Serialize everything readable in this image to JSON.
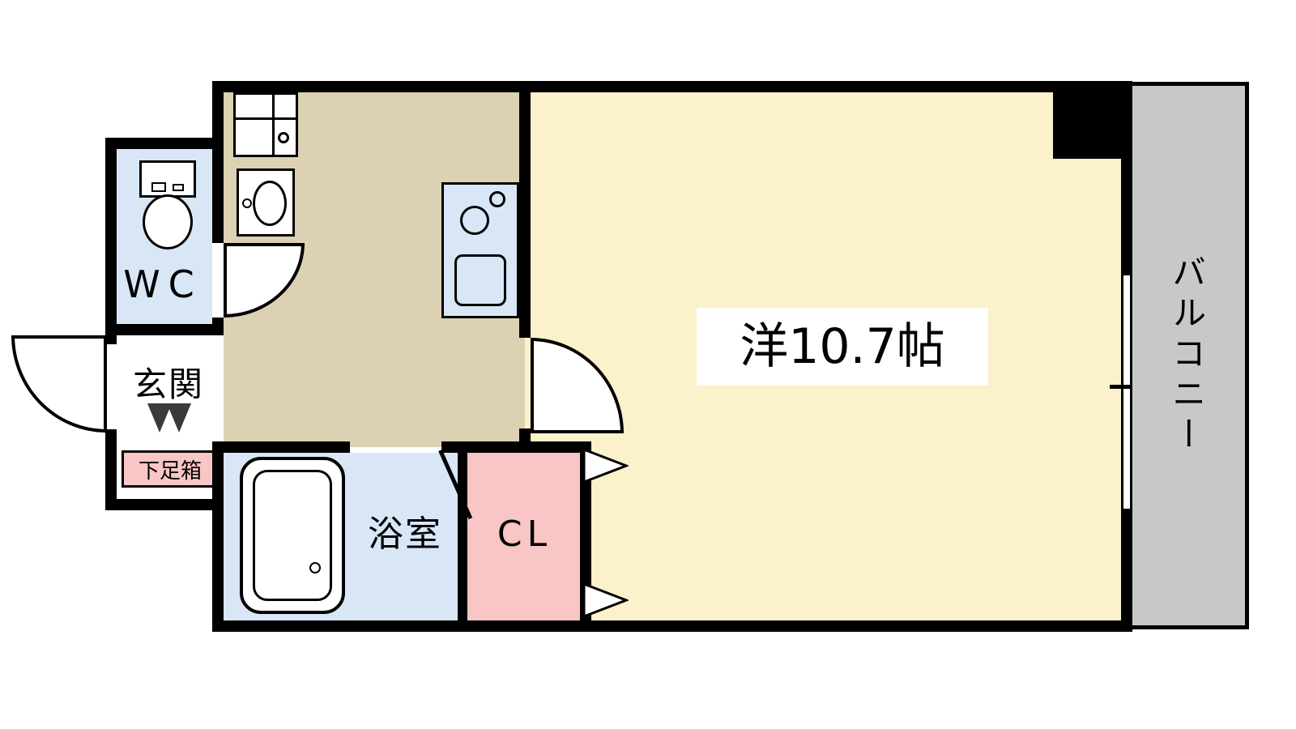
{
  "floorplan": {
    "type": "apartment-floor-plan",
    "rooms": {
      "main_room": {
        "label": "洋10.7帖"
      },
      "balcony": {
        "label": "バルコニー"
      },
      "wc": {
        "label": "WC"
      },
      "entrance": {
        "label": "玄関"
      },
      "shoe_box": {
        "label": "下足箱"
      },
      "bathroom": {
        "label": "浴室"
      },
      "closet": {
        "label": "CL"
      }
    },
    "colors": {
      "wall": "#000000",
      "main_room_floor": "#fbf1ca",
      "kitchen_floor": "#ddd1b3",
      "wet_floor": "#d8e6f6",
      "accent_pink": "#f8c6c4",
      "balcony_gray": "#c8c8c8",
      "fixture_white": "#ffffff"
    }
  }
}
